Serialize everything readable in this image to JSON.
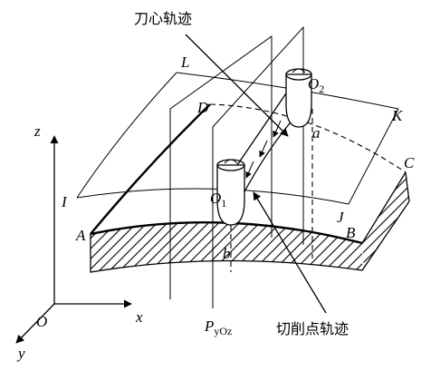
{
  "labels": {
    "tool_center_path": "刀心轨迹",
    "cutting_point_path": "切削点轨迹",
    "L": "L",
    "K": "K",
    "D": "D",
    "C": "C",
    "I": "I",
    "J": "J",
    "A": "A",
    "B": "B",
    "a": "a",
    "b": "b",
    "O": "O",
    "x": "x",
    "y": "y",
    "z": "z",
    "O1_main": "O",
    "O1_sub": "1",
    "O2_main": "O",
    "O2_sub": "2",
    "plane_main": "P",
    "plane_sub": "yOz"
  }
}
